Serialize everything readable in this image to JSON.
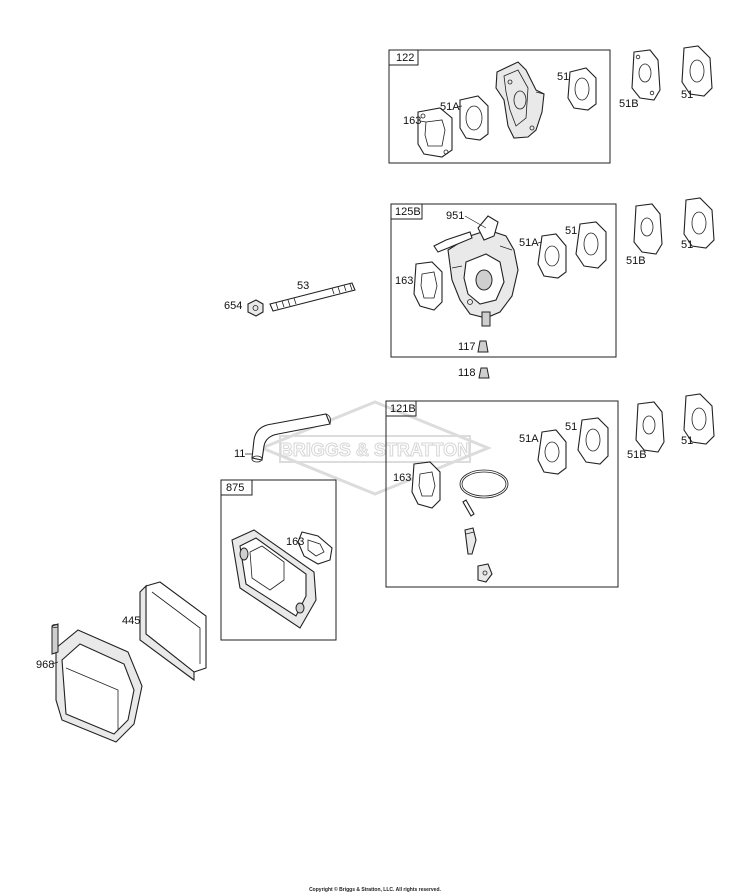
{
  "watermark": {
    "brand": "BRIGGS & STRATTON"
  },
  "copyright": "Copyright © Briggs & Stratton, LLC. All rights reserved.",
  "kits": [
    {
      "id": "122",
      "labels": [
        "163",
        "51A",
        "51"
      ]
    },
    {
      "id": "125B",
      "labels": [
        "951",
        "51A",
        "51",
        "163",
        "117"
      ]
    },
    {
      "id": "121B",
      "labels": [
        "51A",
        "51",
        "163"
      ]
    },
    {
      "id": "875",
      "labels": [
        "163"
      ]
    }
  ],
  "callouts": {
    "k122_163": "163",
    "k122_51a": "51A",
    "k122_51": "51",
    "r1_51b": "51B",
    "r1_51": "51",
    "k125_951": "951",
    "k125_51a": "51A",
    "k125_51": "51",
    "k125_163": "163",
    "k125_117": "117",
    "r2_51b": "51B",
    "r2_51": "51",
    "p53": "53",
    "p654": "654",
    "p118": "118",
    "p11": "11",
    "k121_51a": "51A",
    "k121_51": "51",
    "k121_163": "163",
    "r3_51b": "51B",
    "r3_51": "51",
    "k875_163": "163",
    "p445": "445",
    "p968": "968"
  }
}
